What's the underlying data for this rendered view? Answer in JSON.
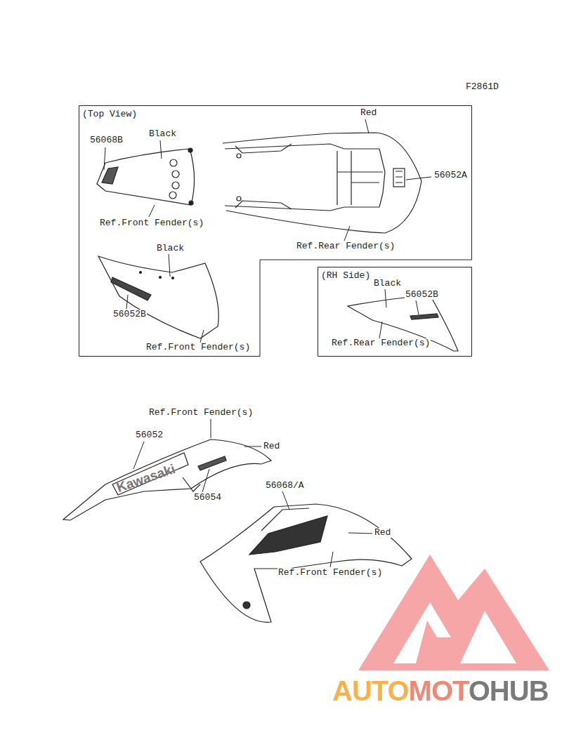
{
  "diagram": {
    "nodes": [
      {
        "text": [
          "(Top View)"
        ]
      },
      {
        "text": [
          "(RH Side)"
        ]
      }
    ],
    "labels": [
      "F2861D",
      "Red",
      "56068B",
      "Black",
      "56052A",
      "Ref.Front Fender(s)",
      "Ref.Rear Fender(s)",
      "Black",
      "Black",
      "56052B",
      "Ref.Rear Fender(s)",
      "56052B",
      "Ref.Front Fender(s)",
      "Ref.Front Fender(s)",
      "56052",
      "Red",
      "56054",
      "56068/A",
      "Red",
      "Ref.Front Fender(s)",
      "Kawasaki",
      "AUTOMOTOHUB"
    ]
  }
}
